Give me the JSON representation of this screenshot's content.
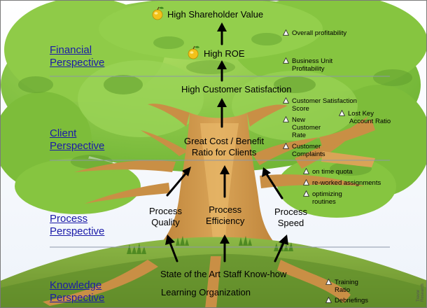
{
  "perspectives": {
    "financial": [
      "Financial",
      "Perspective"
    ],
    "client": [
      "Client",
      "Perspective"
    ],
    "process": [
      "Process",
      "Perspective"
    ],
    "knowledge": [
      "Knowledge",
      "Perspective"
    ]
  },
  "nodes": {
    "shareholder_value": "High Shareholder Value",
    "roe": "High ROE",
    "customer_satisfaction": "High Customer Satisfaction",
    "cost_benefit": [
      "Great Cost / Benefit",
      "Ratio for Clients"
    ],
    "process_quality": [
      "Process",
      "Quality"
    ],
    "process_efficiency": [
      "Process",
      "Efficiency"
    ],
    "process_speed": [
      "Process",
      "Speed"
    ],
    "staff_knowhow": "State of the Art Staff Know-how",
    "learning_org": "Learning Organization"
  },
  "kpis": {
    "overall_profitability": [
      "Overall profitability"
    ],
    "bu_profitability": [
      "Business Unit",
      "Profitability"
    ],
    "cust_sat_score": [
      "Customer Satisfaction",
      "Score"
    ],
    "lost_key_account": [
      "Lost Key",
      "Account Ratio"
    ],
    "new_customer_rate": [
      "New",
      "Customer",
      "Rate"
    ],
    "customer_complaints": [
      "Customer",
      "Complaints"
    ],
    "on_time_quota": [
      "on time quota"
    ],
    "reworked": [
      "re-worked assignments"
    ],
    "optimizing": [
      "optimizing",
      "routines"
    ],
    "training_ratio": [
      "Training",
      "Ratio"
    ],
    "debriefings": [
      "Debriefings"
    ]
  },
  "credit": "Trevor Research",
  "colors": {
    "foliage": "#84c33f",
    "foliage_dark": "#5e9b2c",
    "trunk": "#c98f45",
    "trunk_light": "#e8b86a",
    "ground": "#7fa63b",
    "perspective_text": "#1a1aa8",
    "apple": "#f2c21a"
  }
}
